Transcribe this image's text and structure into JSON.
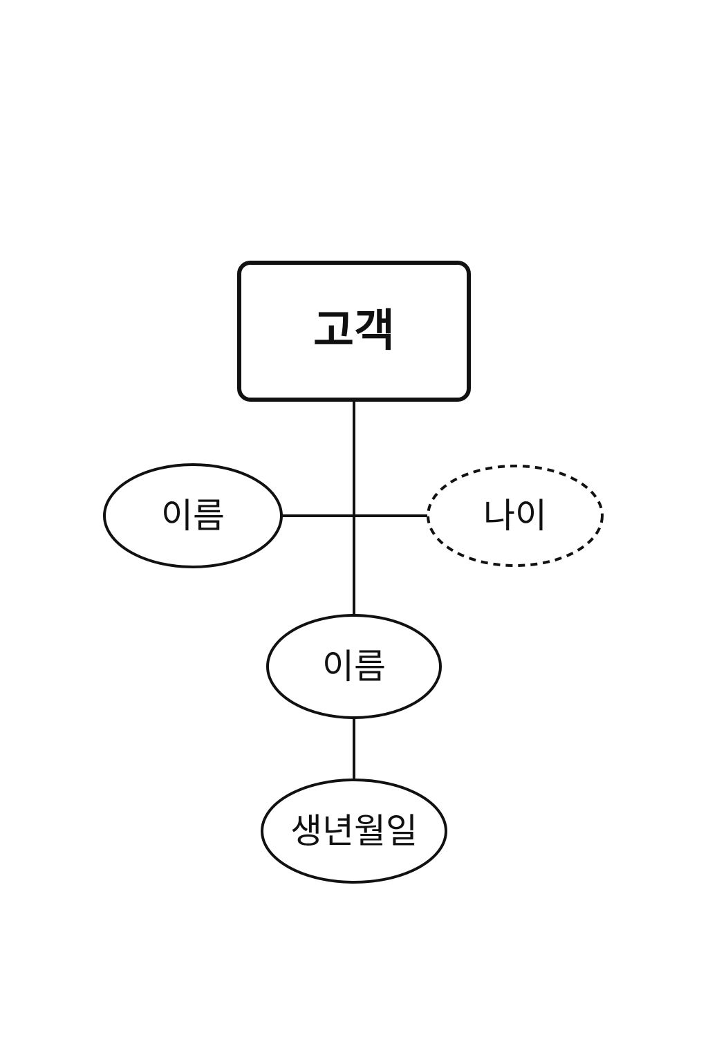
{
  "entity": {
    "label": "고객"
  },
  "attributes": {
    "name_left": {
      "label": "이름",
      "derived": false
    },
    "age": {
      "label": "나이",
      "derived": true
    },
    "name_center": {
      "label": "이름",
      "derived": false
    },
    "birthdate": {
      "label": "생년월일",
      "derived": false
    }
  },
  "colors": {
    "stroke": "#111111",
    "background": "#ffffff"
  }
}
